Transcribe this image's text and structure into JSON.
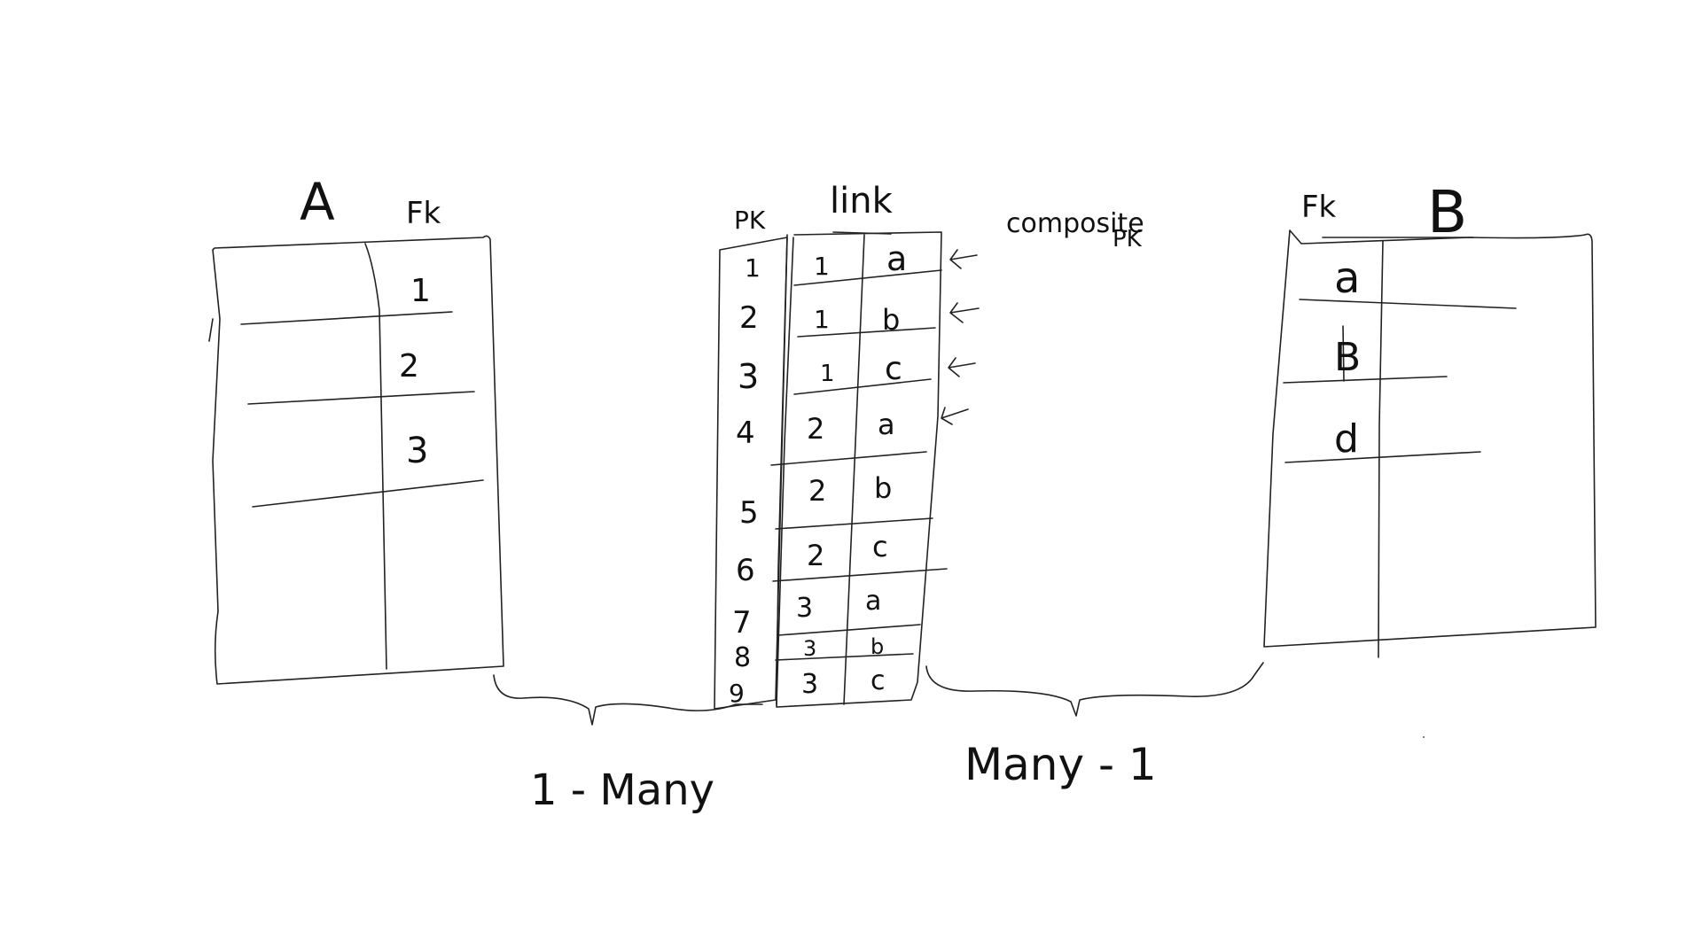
{
  "ink_color": "#222222",
  "background_color": "#ffffff",
  "table_a": {
    "title": "A",
    "fk_header": "Fk",
    "fk_values": [
      "1",
      "2",
      "3"
    ]
  },
  "link_table": {
    "title": "link",
    "pk_header": "PK",
    "pk_values": [
      "1",
      "2",
      "3",
      "4",
      "5",
      "6",
      "7",
      "8",
      "9"
    ],
    "a_fk_values": [
      "1",
      "1",
      "1",
      "2",
      "2",
      "2",
      "3",
      "3",
      "3"
    ],
    "b_fk_values": [
      "a",
      "b",
      "c",
      "a",
      "b",
      "c",
      "a",
      "b",
      "c"
    ]
  },
  "composite_pk_note": {
    "line1": "composite",
    "line2": "PK"
  },
  "table_b": {
    "title": "B",
    "fk_header": "Fk",
    "fk_values": [
      "a",
      "B",
      "d"
    ]
  },
  "relations": {
    "left": "1 - Many",
    "right": "Many - 1"
  }
}
